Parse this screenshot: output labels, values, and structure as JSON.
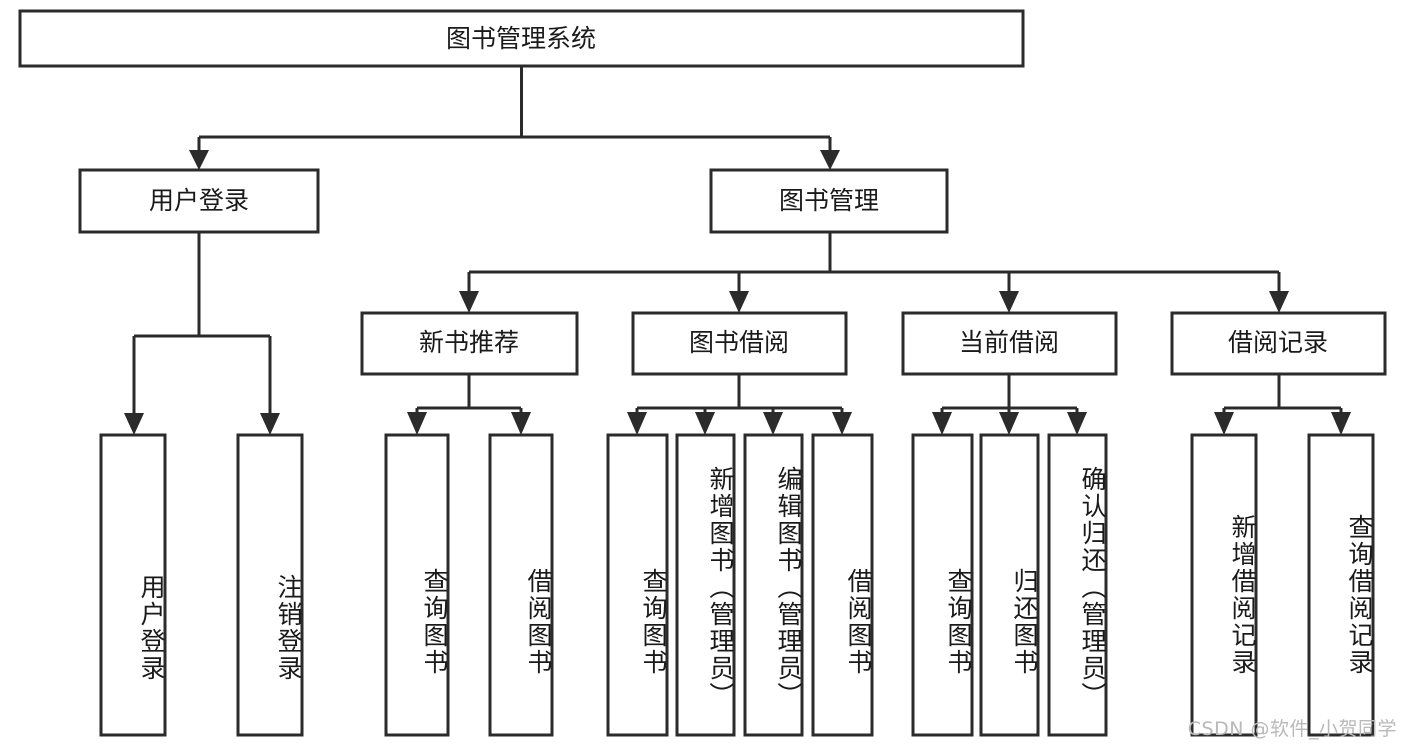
{
  "diagram": {
    "kind": "functional-structure-tree",
    "root": {
      "id": "root",
      "label": "图书管理系统"
    },
    "level2": [
      {
        "id": "user-login",
        "label": "用户登录"
      },
      {
        "id": "book-manage",
        "label": "图书管理"
      }
    ],
    "level3": [
      {
        "id": "new-book-recommend",
        "label": "新书推荐",
        "parent": "book-manage"
      },
      {
        "id": "book-borrow",
        "label": "图书借阅",
        "parent": "book-manage"
      },
      {
        "id": "current-borrow",
        "label": "当前借阅",
        "parent": "book-manage"
      },
      {
        "id": "borrow-record",
        "label": "借阅记录",
        "parent": "book-manage"
      }
    ],
    "leaves": [
      {
        "id": "leaf-user-login",
        "label": "用户登录",
        "parent": "user-login"
      },
      {
        "id": "leaf-logout",
        "label": "注销登录",
        "parent": "user-login"
      },
      {
        "id": "leaf-query-book-1",
        "label": "查询图书",
        "parent": "new-book-recommend"
      },
      {
        "id": "leaf-borrow-book-1",
        "label": "借阅图书",
        "parent": "new-book-recommend"
      },
      {
        "id": "leaf-query-book-2",
        "label": "查询图书",
        "parent": "book-borrow"
      },
      {
        "id": "leaf-add-book",
        "label": "新增图书（管理员）",
        "parent": "book-borrow"
      },
      {
        "id": "leaf-edit-book",
        "label": "编辑图书（管理员）",
        "parent": "book-borrow"
      },
      {
        "id": "leaf-borrow-book-2",
        "label": "借阅图书",
        "parent": "book-borrow"
      },
      {
        "id": "leaf-query-book-3",
        "label": "查询图书",
        "parent": "current-borrow"
      },
      {
        "id": "leaf-return-book",
        "label": "归还图书",
        "parent": "current-borrow"
      },
      {
        "id": "leaf-confirm-return",
        "label": "确认归还（管理员）",
        "parent": "current-borrow"
      },
      {
        "id": "leaf-add-record",
        "label": "新增借阅记录",
        "parent": "borrow-record"
      },
      {
        "id": "leaf-query-record",
        "label": "查询借阅记录",
        "parent": "borrow-record"
      }
    ]
  },
  "colors": {
    "stroke": "#2b2b2b",
    "fill": "#ffffff",
    "text": "#1a1a1a",
    "watermark": "#b9b9b9"
  },
  "watermark": {
    "text": "CSDN @软件_小贺同学"
  }
}
